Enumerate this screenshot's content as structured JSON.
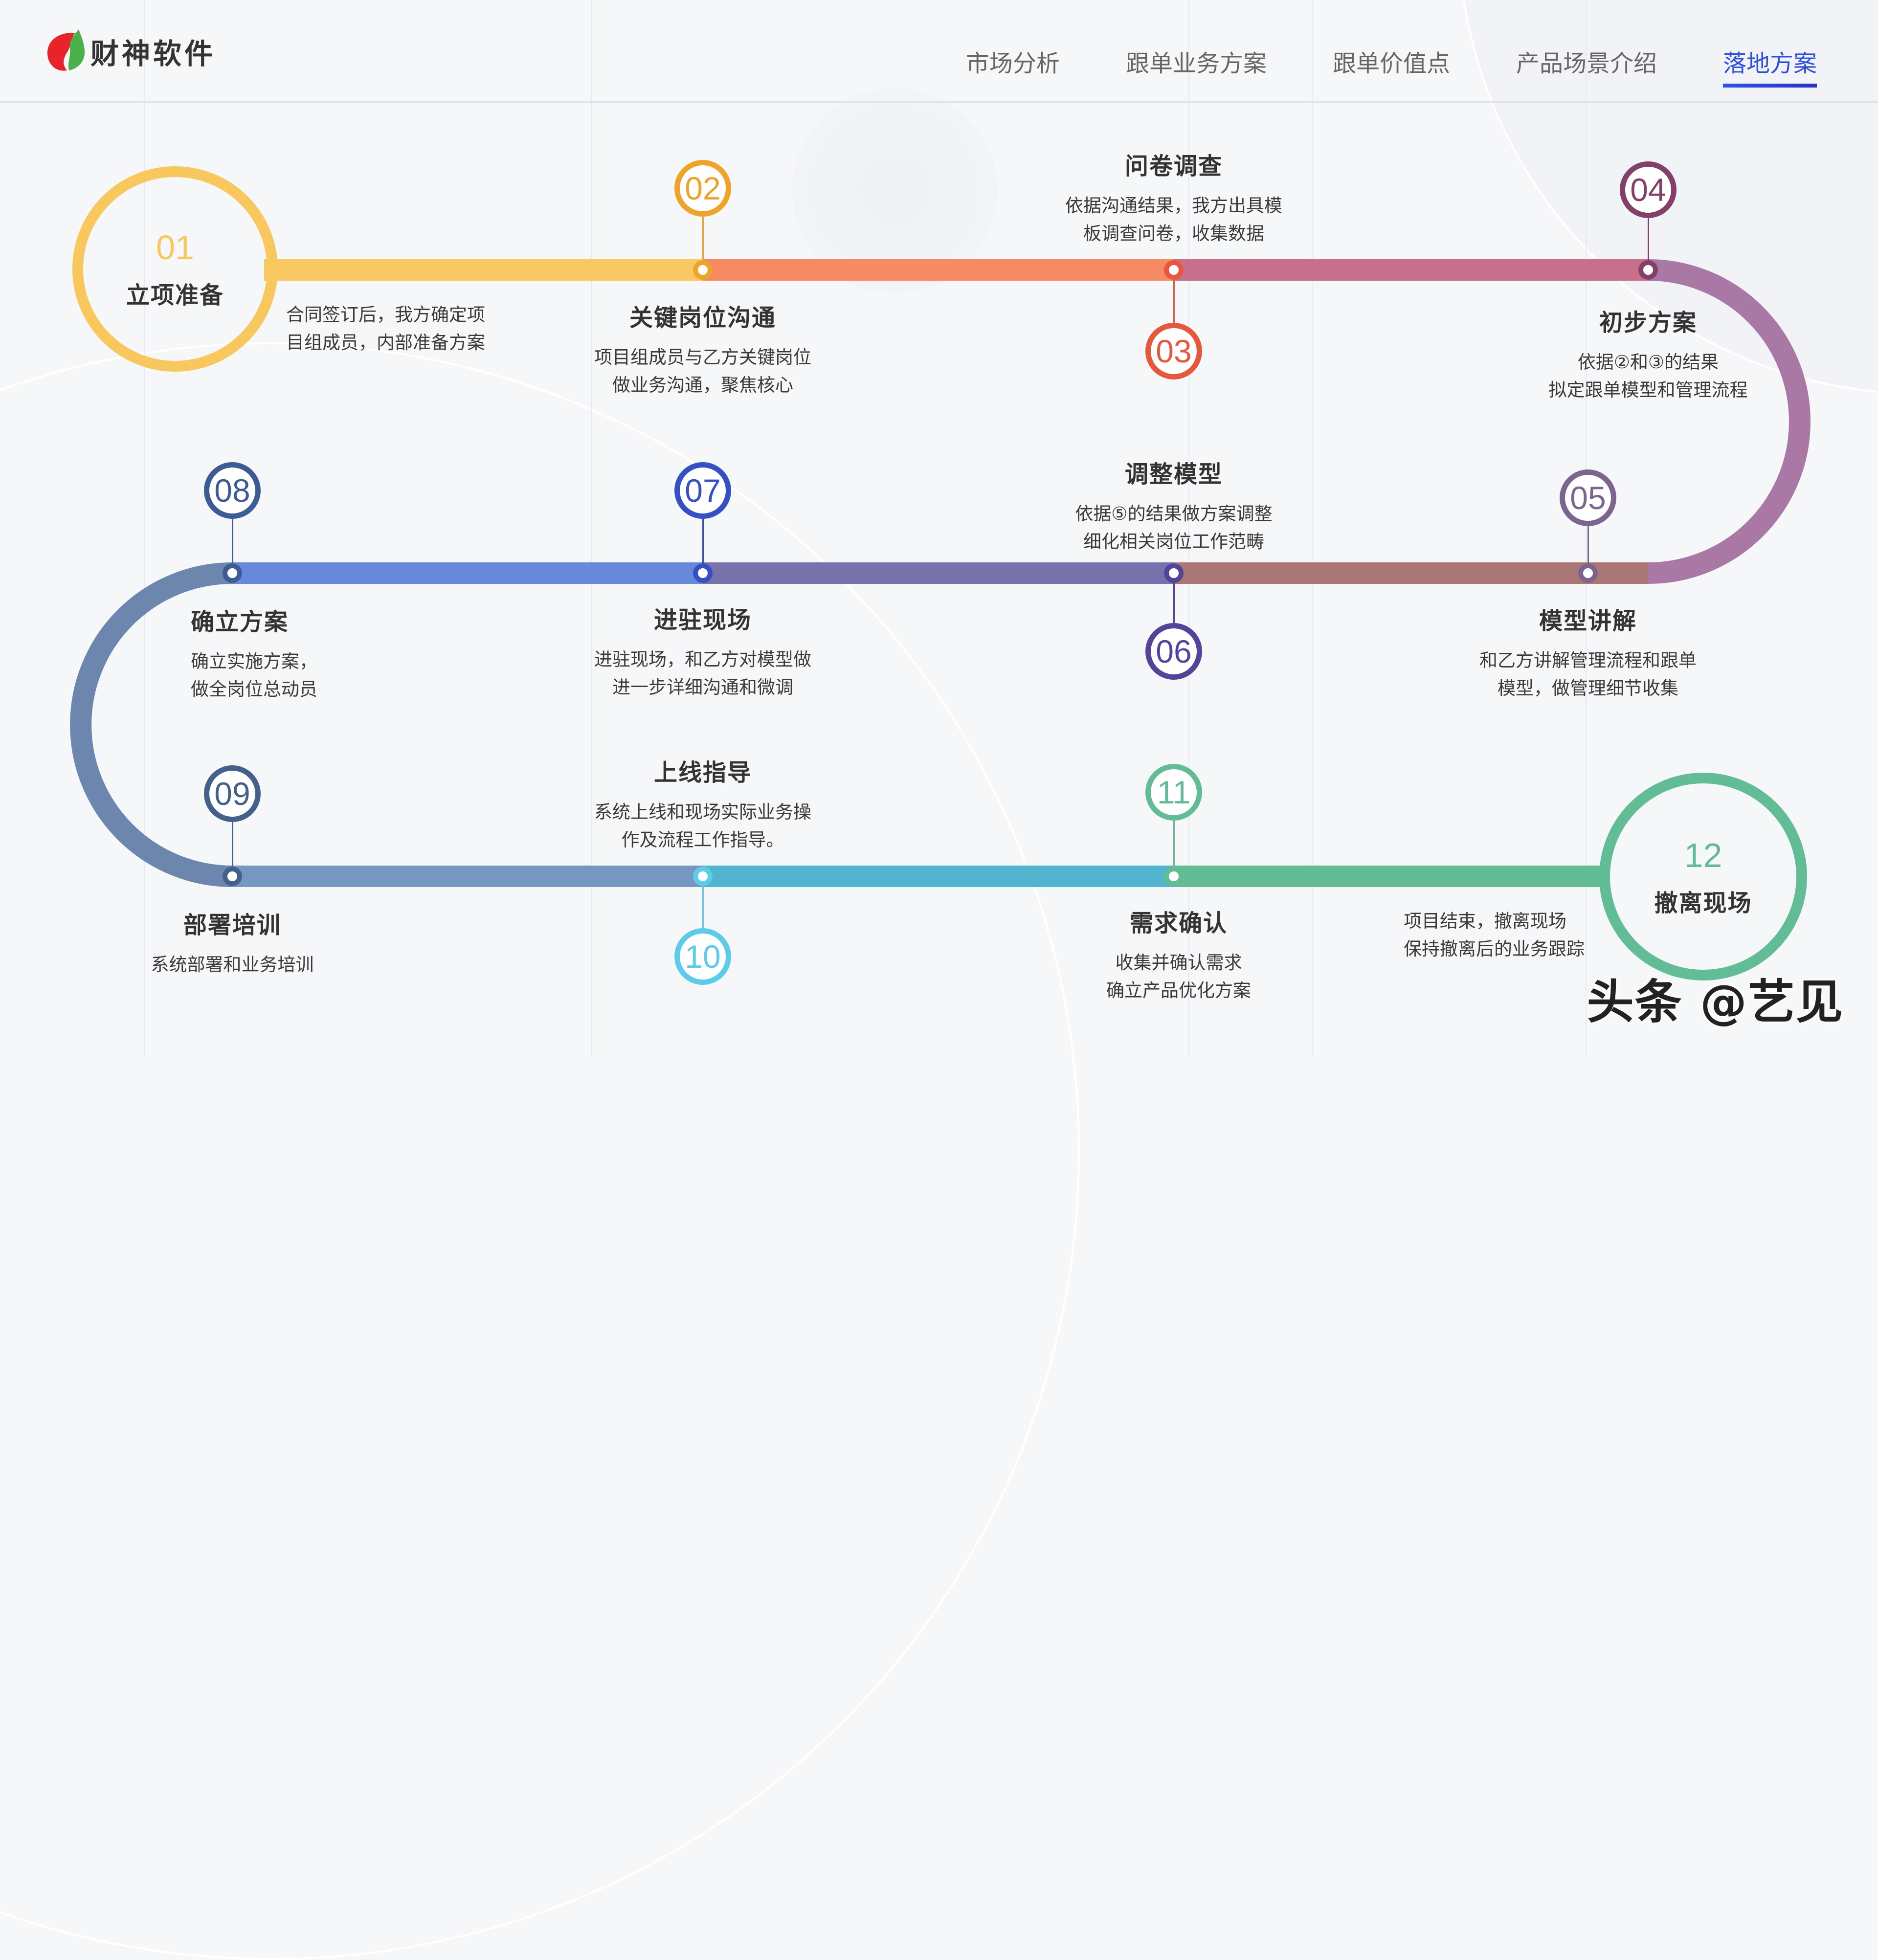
{
  "brand": {
    "name": "财神软件",
    "logo_colors": {
      "left": "#e8242a",
      "right": "#4cb04a"
    }
  },
  "nav": {
    "items": [
      {
        "label": "市场分析",
        "active": false
      },
      {
        "label": "跟单业务方案",
        "active": false
      },
      {
        "label": "跟单价值点",
        "active": false
      },
      {
        "label": "产品场景介绍",
        "active": false
      },
      {
        "label": "落地方案",
        "active": true
      }
    ],
    "active_color": "#2d4fdc"
  },
  "steps": [
    {
      "num": "01",
      "title": "立项准备",
      "desc": [
        "合同签订后，我方确定项",
        "目组成员，内部准备方案"
      ],
      "color": "#f8c75e"
    },
    {
      "num": "02",
      "title": "关键岗位沟通",
      "desc": [
        "项目组成员与乙方关键岗位",
        "做业务沟通，聚焦核心"
      ],
      "color": "#eea32a"
    },
    {
      "num": "03",
      "title": "问卷调查",
      "desc": [
        "依据沟通结果，我方出具模",
        "板调查问卷，收集数据"
      ],
      "color": "#e6583e"
    },
    {
      "num": "04",
      "title": "初步方案",
      "desc": [
        "依据②和③的结果",
        "拟定跟单模型和管理流程"
      ],
      "color": "#834068"
    },
    {
      "num": "05",
      "title": "模型讲解",
      "desc": [
        "和乙方讲解管理流程和跟单",
        "模型，做管理细节收集"
      ],
      "color": "#7c6490"
    },
    {
      "num": "06",
      "title": "调整模型",
      "desc": [
        "依据⑤的结果做方案调整",
        "细化相关岗位工作范畴"
      ],
      "color": "#55439a"
    },
    {
      "num": "07",
      "title": "进驻现场",
      "desc": [
        "进驻现场，和乙方对模型做",
        "进一步详细沟通和微调"
      ],
      "color": "#3550c2"
    },
    {
      "num": "08",
      "title": "确立方案",
      "desc": [
        "确立实施方案，",
        "做全岗位总动员"
      ],
      "color": "#3d5b94"
    },
    {
      "num": "09",
      "title": "部署培训",
      "desc": [
        "系统部署和业务培训"
      ],
      "color": "#466189"
    },
    {
      "num": "10",
      "title": "上线指导",
      "desc": [
        "系统上线和现场实际业务操",
        "作及流程工作指导。"
      ],
      "color": "#5ccce8"
    },
    {
      "num": "11",
      "title": "需求确认",
      "desc": [
        "收集并确认需求",
        "确立产品优化方案"
      ],
      "color": "#62bd96"
    },
    {
      "num": "12",
      "title": "撤离现场",
      "desc": [
        "项目结束，撤离现场",
        "保持撤离后的业务跟踪"
      ],
      "color": "#62bd96"
    }
  ],
  "track_colors": {
    "seg_01_02": "#f9c862",
    "seg_02_03": "#f68a63",
    "seg_03_04": "#c6708c",
    "curve_right": "#a978a5",
    "seg_04c_05": "#aa7775",
    "seg_05_06": "#aa7775",
    "seg_06_07": "#7771ac",
    "seg_07_08": "#6789d9",
    "curve_left": "#6d86ad",
    "seg_09_10": "#7598c3",
    "seg_10_11": "#52b5d0",
    "seg_11_12": "#62bd96"
  },
  "watermark": "头条 @艺见"
}
